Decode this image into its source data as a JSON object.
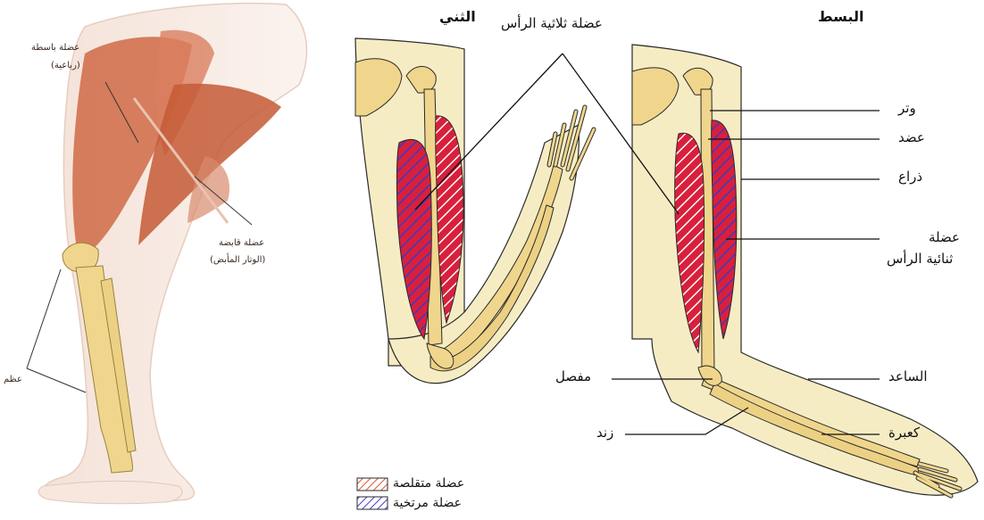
{
  "titles": {
    "flexion": "الثني",
    "extension": "البسط",
    "triceps": "عضلة ثلاثية الرأس"
  },
  "left_figure": {
    "extensor_label": "عضلة باسطة",
    "extensor_sub": "(رباعية)",
    "flexor_label": "عضلة قابضة",
    "flexor_sub": "(الوتار المأبض)",
    "bone_label": "عظم"
  },
  "extension_labels": {
    "tendon": "وتر",
    "upper_arm": "عضد",
    "arm": "ذراع",
    "biceps_line1": "عضلة",
    "biceps_line2": "ثنائية الرأس",
    "forearm": "الساعد",
    "radius": "كعبرة"
  },
  "flexion_labels": {
    "joint": "مفصل",
    "ulna": "زند"
  },
  "legend": {
    "contracted": "عضلة متقلصة",
    "relaxed": "عضلة مرتخية"
  },
  "colors": {
    "skin": "#f6ecc4",
    "bone": "#f0d68c",
    "muscle": "#d8203c",
    "contracted_hatch": "#ffffff",
    "relaxed_hatch": "#3a3ac8",
    "leg_muscle": "#c8643c",
    "outline": "#2a2a2a"
  }
}
